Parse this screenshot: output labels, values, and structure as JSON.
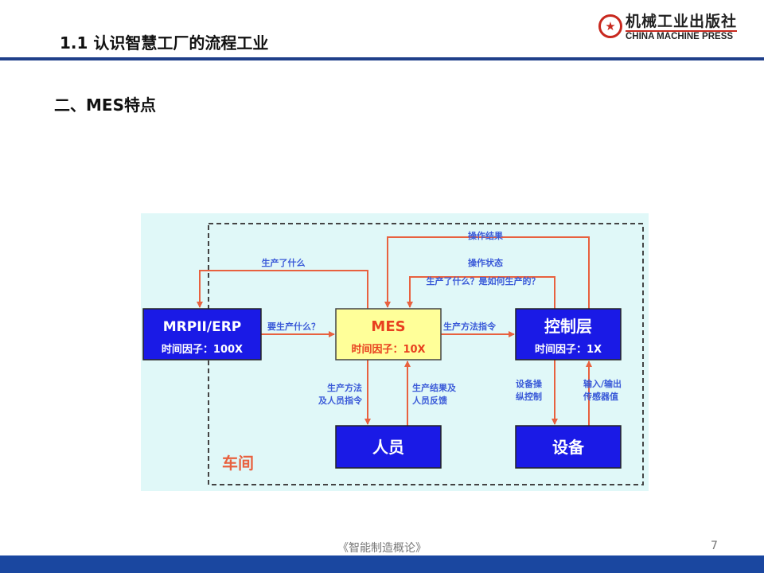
{
  "header": {
    "title": "1.1 认识智慧工厂的流程工业"
  },
  "logo": {
    "cn": "机械工业出版社",
    "en": "CHINA MACHINE PRESS"
  },
  "subtitle": "二、MES特点",
  "diagram": {
    "region_label": "车间",
    "boxes": {
      "erp": {
        "name": "MRPII/ERP",
        "factor": "时间因子：100X"
      },
      "mes": {
        "name": "MES",
        "factor": "时间因子：10X"
      },
      "control": {
        "name": "控制层",
        "factor": "时间因子：1X"
      },
      "people": {
        "name": "人员"
      },
      "equipment": {
        "name": "设备"
      }
    },
    "labels": {
      "op_result": "操作结果",
      "what_produced": "生产了什么",
      "op_status": "操作状态",
      "what_how": "生产了什么？是如何生产的？",
      "what_to_produce": "要生产什么？",
      "method_cmd": "生产方法指令",
      "method_people_1": "生产方法",
      "method_people_2": "及人员指令",
      "result_feedback_1": "生产结果及",
      "result_feedback_2": "人员反馈",
      "equip_ctrl_1": "设备操",
      "equip_ctrl_2": "纵控制",
      "io_1": "输入/输出",
      "io_2": "传感器值"
    },
    "colors": {
      "box": "#1a1ae6",
      "mes_box": "#ffff99",
      "arrow": "#e8613f",
      "label": "#3a5ad8",
      "bg": "#e0f8f8"
    }
  },
  "footer": {
    "book": "《智能制造概论》",
    "page": "7"
  }
}
